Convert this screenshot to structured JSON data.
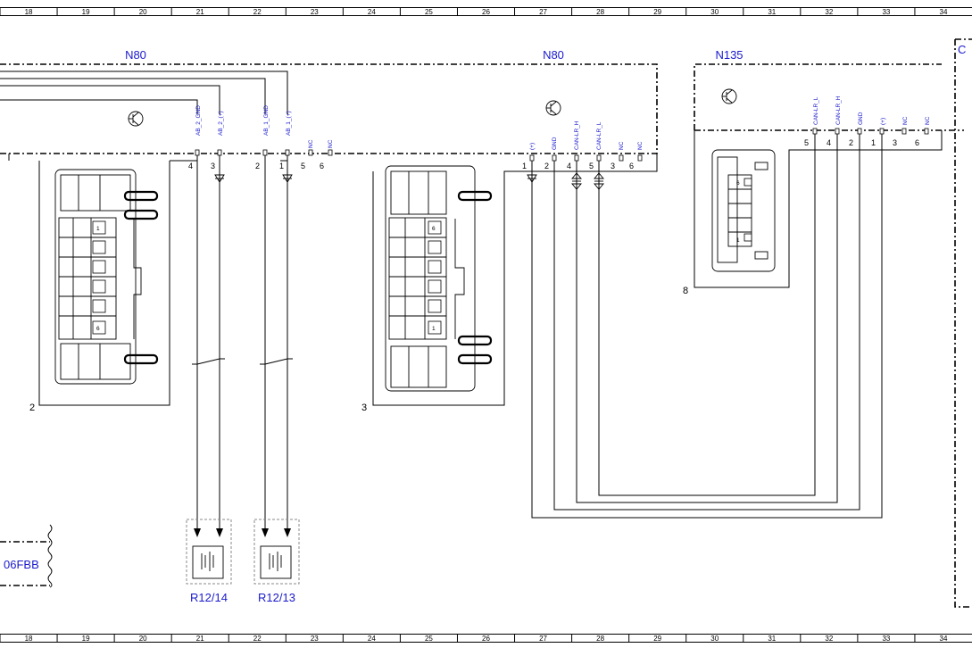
{
  "grid": {
    "columns": [
      "18",
      "19",
      "20",
      "21",
      "22",
      "23",
      "24",
      "25",
      "26",
      "27",
      "28",
      "29",
      "30",
      "31",
      "32",
      "33",
      "34"
    ]
  },
  "components": {
    "n80_left": "N80",
    "n80_right": "N80",
    "n135": "N135",
    "right_edge": "C",
    "r12_14": "R12/14",
    "r12_13": "R12/13",
    "partial_box": "06FBB"
  },
  "connectors": {
    "c2": "2",
    "c3": "3",
    "c8": "8"
  },
  "n80_left_pins": [
    {
      "pin": "4",
      "signal": "AB_2_GND"
    },
    {
      "pin": "3",
      "signal": "AB_2_(+)"
    },
    {
      "pin": "2",
      "signal": "AB_1_GND"
    },
    {
      "pin": "1",
      "signal": "AB_1_(+)"
    },
    {
      "pin": "5",
      "signal": "NC"
    },
    {
      "pin": "6",
      "signal": "NC"
    }
  ],
  "n80_right_pins": [
    {
      "pin": "1",
      "signal": "(+)"
    },
    {
      "pin": "2",
      "signal": "GND"
    },
    {
      "pin": "4",
      "signal": "CAN-LR_H"
    },
    {
      "pin": "5",
      "signal": "CAN-LR_L"
    },
    {
      "pin": "3",
      "signal": "NC"
    },
    {
      "pin": "6",
      "signal": "NC"
    }
  ],
  "n135_pins": [
    {
      "pin": "5",
      "signal": "CAN-LR_L"
    },
    {
      "pin": "4",
      "signal": "CAN-LR_H"
    },
    {
      "pin": "2",
      "signal": "GND"
    },
    {
      "pin": "1",
      "signal": "(+)"
    },
    {
      "pin": "3",
      "signal": "NC"
    },
    {
      "pin": "6",
      "signal": "NC"
    }
  ],
  "connector_2_pins": [
    "1",
    "6"
  ],
  "connector_3_pins": [
    "6",
    "1"
  ],
  "connector_8_pins": [
    "6",
    "1"
  ]
}
